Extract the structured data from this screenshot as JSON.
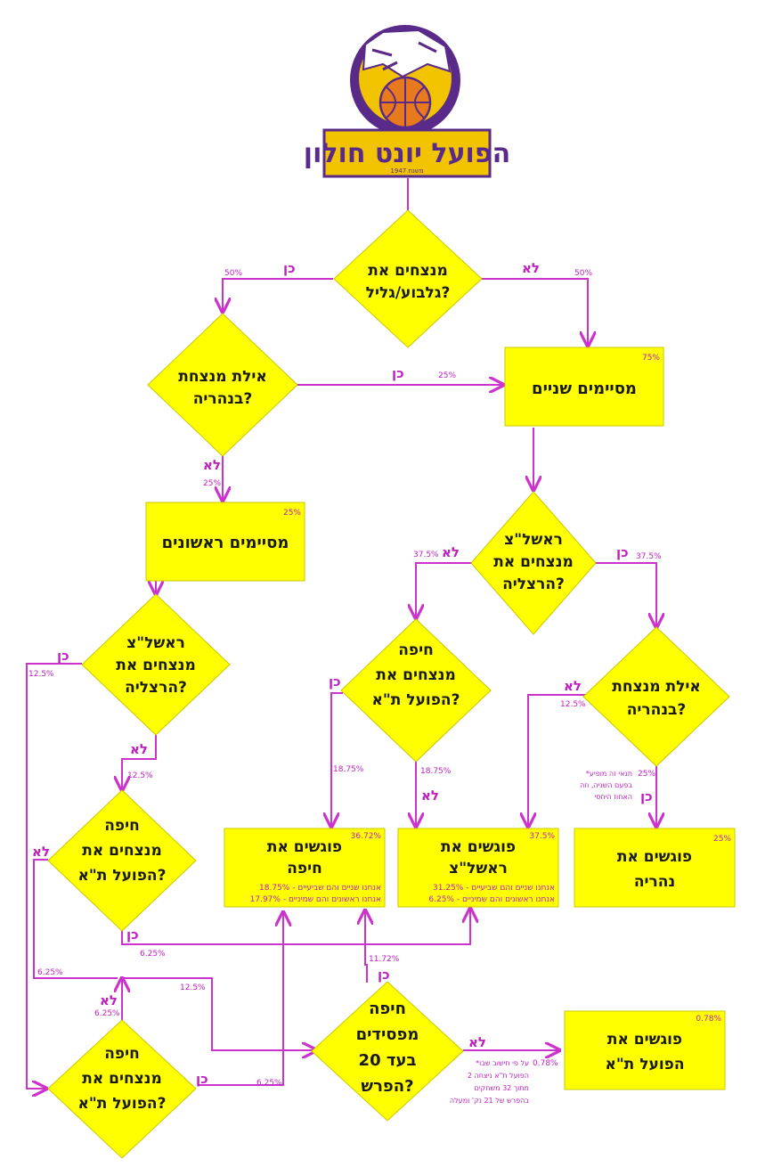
{
  "logo": {
    "title": "הפועל יונט חולון",
    "founded": "משנת 1947"
  },
  "diamonds": {
    "d1": [
      "מנצחים את",
      "גלבוע/גליל?"
    ],
    "d2": [
      "אילת מנצחת",
      "בנהריה?"
    ],
    "d3": [
      "ראשל\"צ",
      "מנצחים את",
      "הרצליה?"
    ],
    "d4": [
      "ראשל\"צ",
      "מנצחים את",
      "הרצליה?"
    ],
    "d5": [
      "חיפה",
      "מנצחים את",
      "הפועל ת\"א?"
    ],
    "d6": [
      "אילת מנצחת",
      "בנהריה?"
    ],
    "d7": [
      "חיפה",
      "מנצחים את",
      "הפועל ת\"א?"
    ],
    "d8": [
      "חיפה",
      "מנצחים את",
      "הפועל ת\"א?"
    ],
    "d9": [
      "חיפה",
      "מפסידים",
      "בעד 20",
      "הפרש?"
    ]
  },
  "boxes": {
    "b_second": {
      "lines": [
        "מסיימים שניים"
      ],
      "pct": "75%"
    },
    "b_first": {
      "lines": [
        "מסיימים ראשונים"
      ],
      "pct": "25%"
    },
    "b_haifa": {
      "lines": [
        "פוגשים את",
        "חיפה"
      ],
      "pct": "36.72%",
      "subs": [
        "18.75% - אנחנו שניים והם שביעיים",
        "17.97% - אנחנו ראשונים והם שמיניים"
      ]
    },
    "b_rishon": {
      "lines": [
        "פוגשים את",
        "ראשל\"צ"
      ],
      "pct": "37.5%",
      "subs": [
        "31.25% - אנחנו שניים והם שביעיים",
        "6.25% - אנחנו ראשונים והם שמיניים"
      ]
    },
    "b_nahariya": {
      "lines": [
        "פוגשים את",
        "נהריה"
      ],
      "pct": "25%"
    },
    "b_hapoel": {
      "lines": [
        "פוגשים את",
        "הפועל ת\"א"
      ],
      "pct": "0.78%"
    }
  },
  "labels": {
    "yes": "כן",
    "no": "לא"
  },
  "percents": {
    "p1": "50%",
    "p2": "50%",
    "p3": "25%",
    "p4": "25%",
    "p5": "37.5%",
    "p6": "37.5%",
    "p7": "12.5%",
    "p8": "12.5%",
    "p9": "18.75%",
    "p10": "18.75%",
    "p11": "12.5%",
    "p12": "25%",
    "p13": "6.25%",
    "p14": "6.25%",
    "p15": "12.5%",
    "p16": "6.25%",
    "p17": "11.72%",
    "p18": "6.25%",
    "p19": "0.78%"
  },
  "notes": {
    "n1": [
      "*תנאי זה מופיע",
      "בפעם השניה, וזה",
      "האחוז היחסי"
    ],
    "n2": [
      "*על פי חישוב שבו",
      "הפועל ת\"א ניצחה 2",
      "מתוך 32 משחקים",
      "בהפרש של 21 נק' ומעלה"
    ]
  },
  "colors": {
    "shape": "#ffff00",
    "arrow": "#cc33cc",
    "text": "#1a1a1a",
    "logo_purple": "#5a2a8a",
    "logo_gold": "#f2c400",
    "ball": "#e87a1e"
  }
}
